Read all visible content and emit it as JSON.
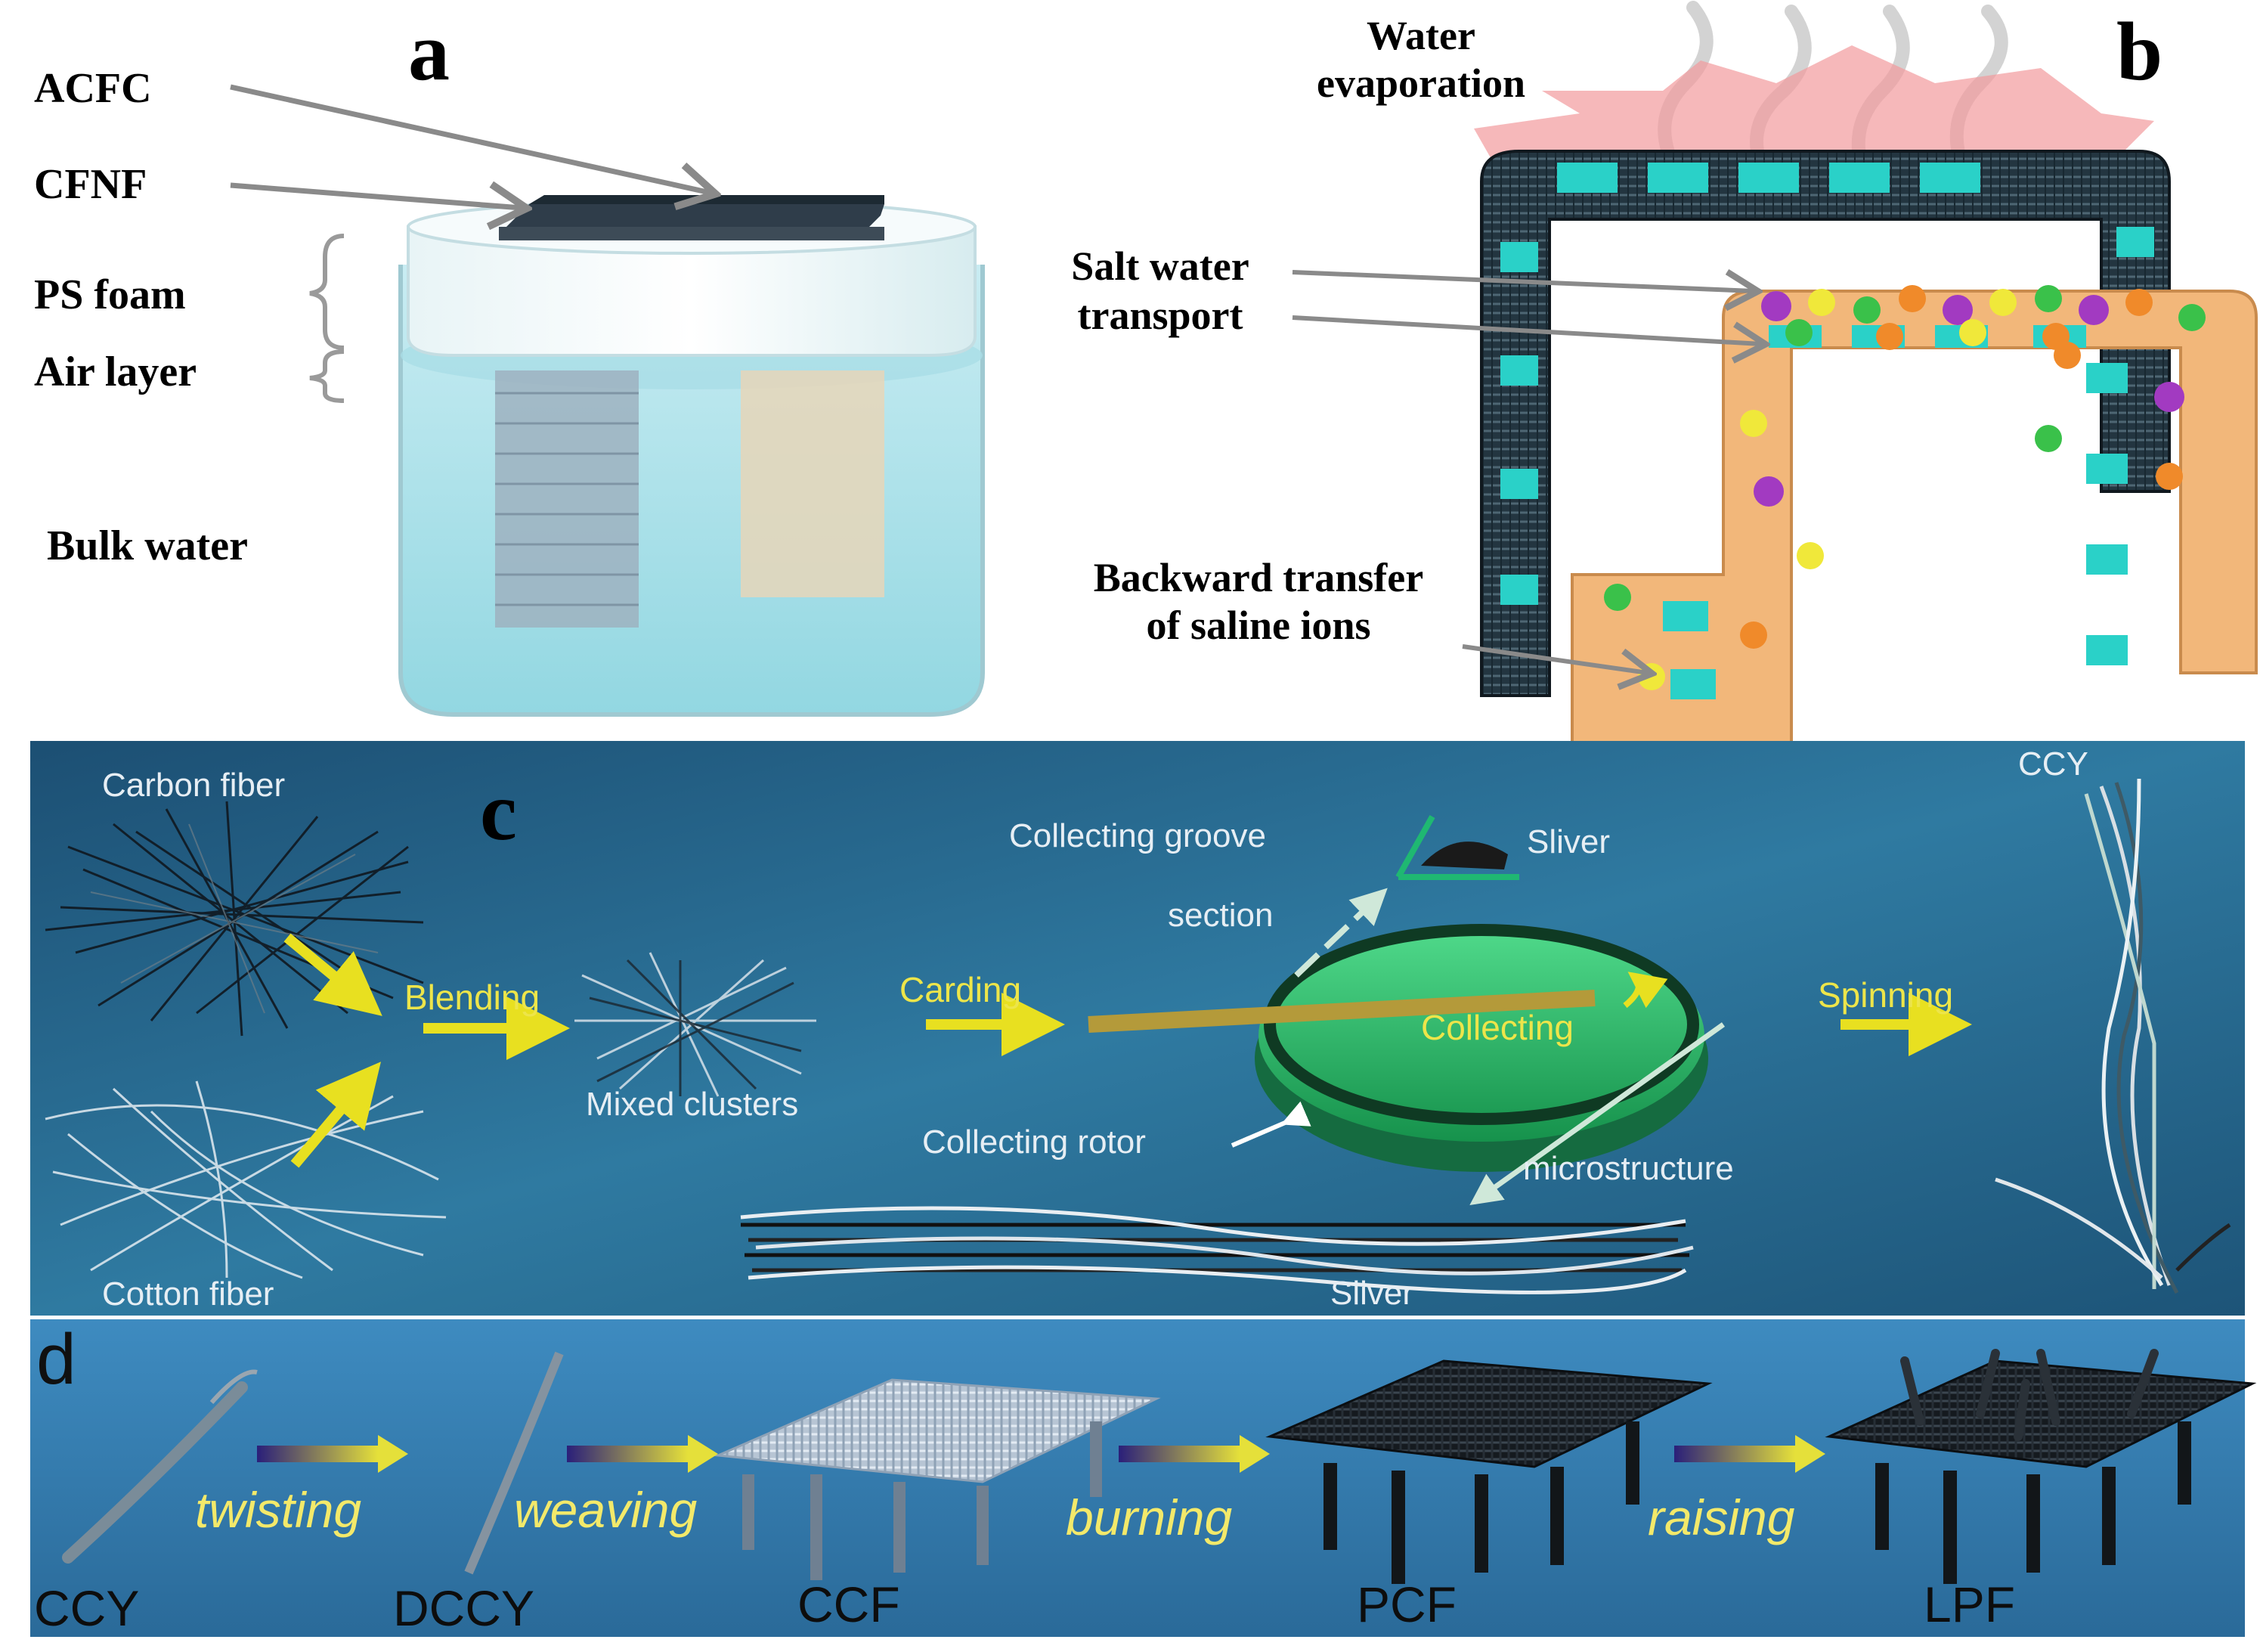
{
  "panel_a": {
    "letter": "a",
    "labels": {
      "acfc": "ACFC",
      "cfnf": "CFNF",
      "ps_foam": "PS foam",
      "air_layer": "Air layer",
      "bulk_water": "Bulk water"
    }
  },
  "panel_b": {
    "letter": "b",
    "labels": {
      "water_evap_1": "Water",
      "water_evap_2": "evaporation",
      "salt_water_1": "Salt water",
      "salt_water_2": "transport",
      "backward_1": "Backward transfer",
      "backward_2": "of saline ions"
    }
  },
  "panel_c": {
    "letter": "c",
    "labels": {
      "carbon_fiber": "Carbon fiber",
      "cotton_fiber": "Cotton fiber",
      "blending": "Blending",
      "mixed_clusters": "Mixed clusters",
      "carding": "Carding",
      "collecting_groove": "Collecting groove",
      "sliver_top": "Sliver",
      "section": "section",
      "collecting": "Collecting",
      "collecting_rotor": "Collecting rotor",
      "microstructure": "microstructure",
      "sliver_bottom": "Sliver",
      "spinning": "Spinning",
      "ccy": "CCY"
    }
  },
  "panel_d": {
    "letter": "d",
    "steps": [
      "twisting",
      "weaving",
      "burning",
      "raising"
    ],
    "products": [
      "CCY",
      "DCCY",
      "CCF",
      "PCF",
      "LPF"
    ]
  },
  "colors": {
    "blue_background": "#2a6a8e",
    "arrow_yellow": "#e8e020",
    "ps_foam_panel": "#f2b77a",
    "teal_marks": "#2ad1c8"
  }
}
